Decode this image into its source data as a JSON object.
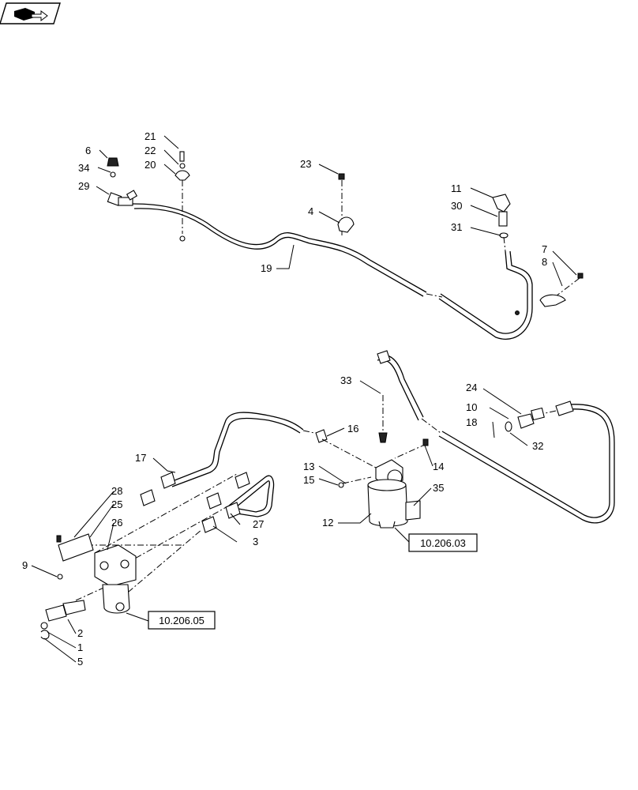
{
  "nav_icon": "book-arrow-icon",
  "callouts": {
    "c1": "1",
    "c2": "2",
    "c3": "3",
    "c4": "4",
    "c5": "5",
    "c6": "6",
    "c7": "7",
    "c8": "8",
    "c9": "9",
    "c10": "10",
    "c11": "11",
    "c12": "12",
    "c13": "13",
    "c14": "14",
    "c15": "15",
    "c16": "16",
    "c17": "17",
    "c18": "18",
    "c19": "19",
    "c20": "20",
    "c21": "21",
    "c22": "22",
    "c23": "23",
    "c24": "24",
    "c25": "25",
    "c26": "26",
    "c27": "27",
    "c28": "28",
    "c29": "29",
    "c30": "30",
    "c31": "31",
    "c32": "32",
    "c33": "33",
    "c34": "34",
    "c35": "35"
  },
  "references": {
    "ref_a": "10.206.03",
    "ref_b": "10.206.05"
  }
}
